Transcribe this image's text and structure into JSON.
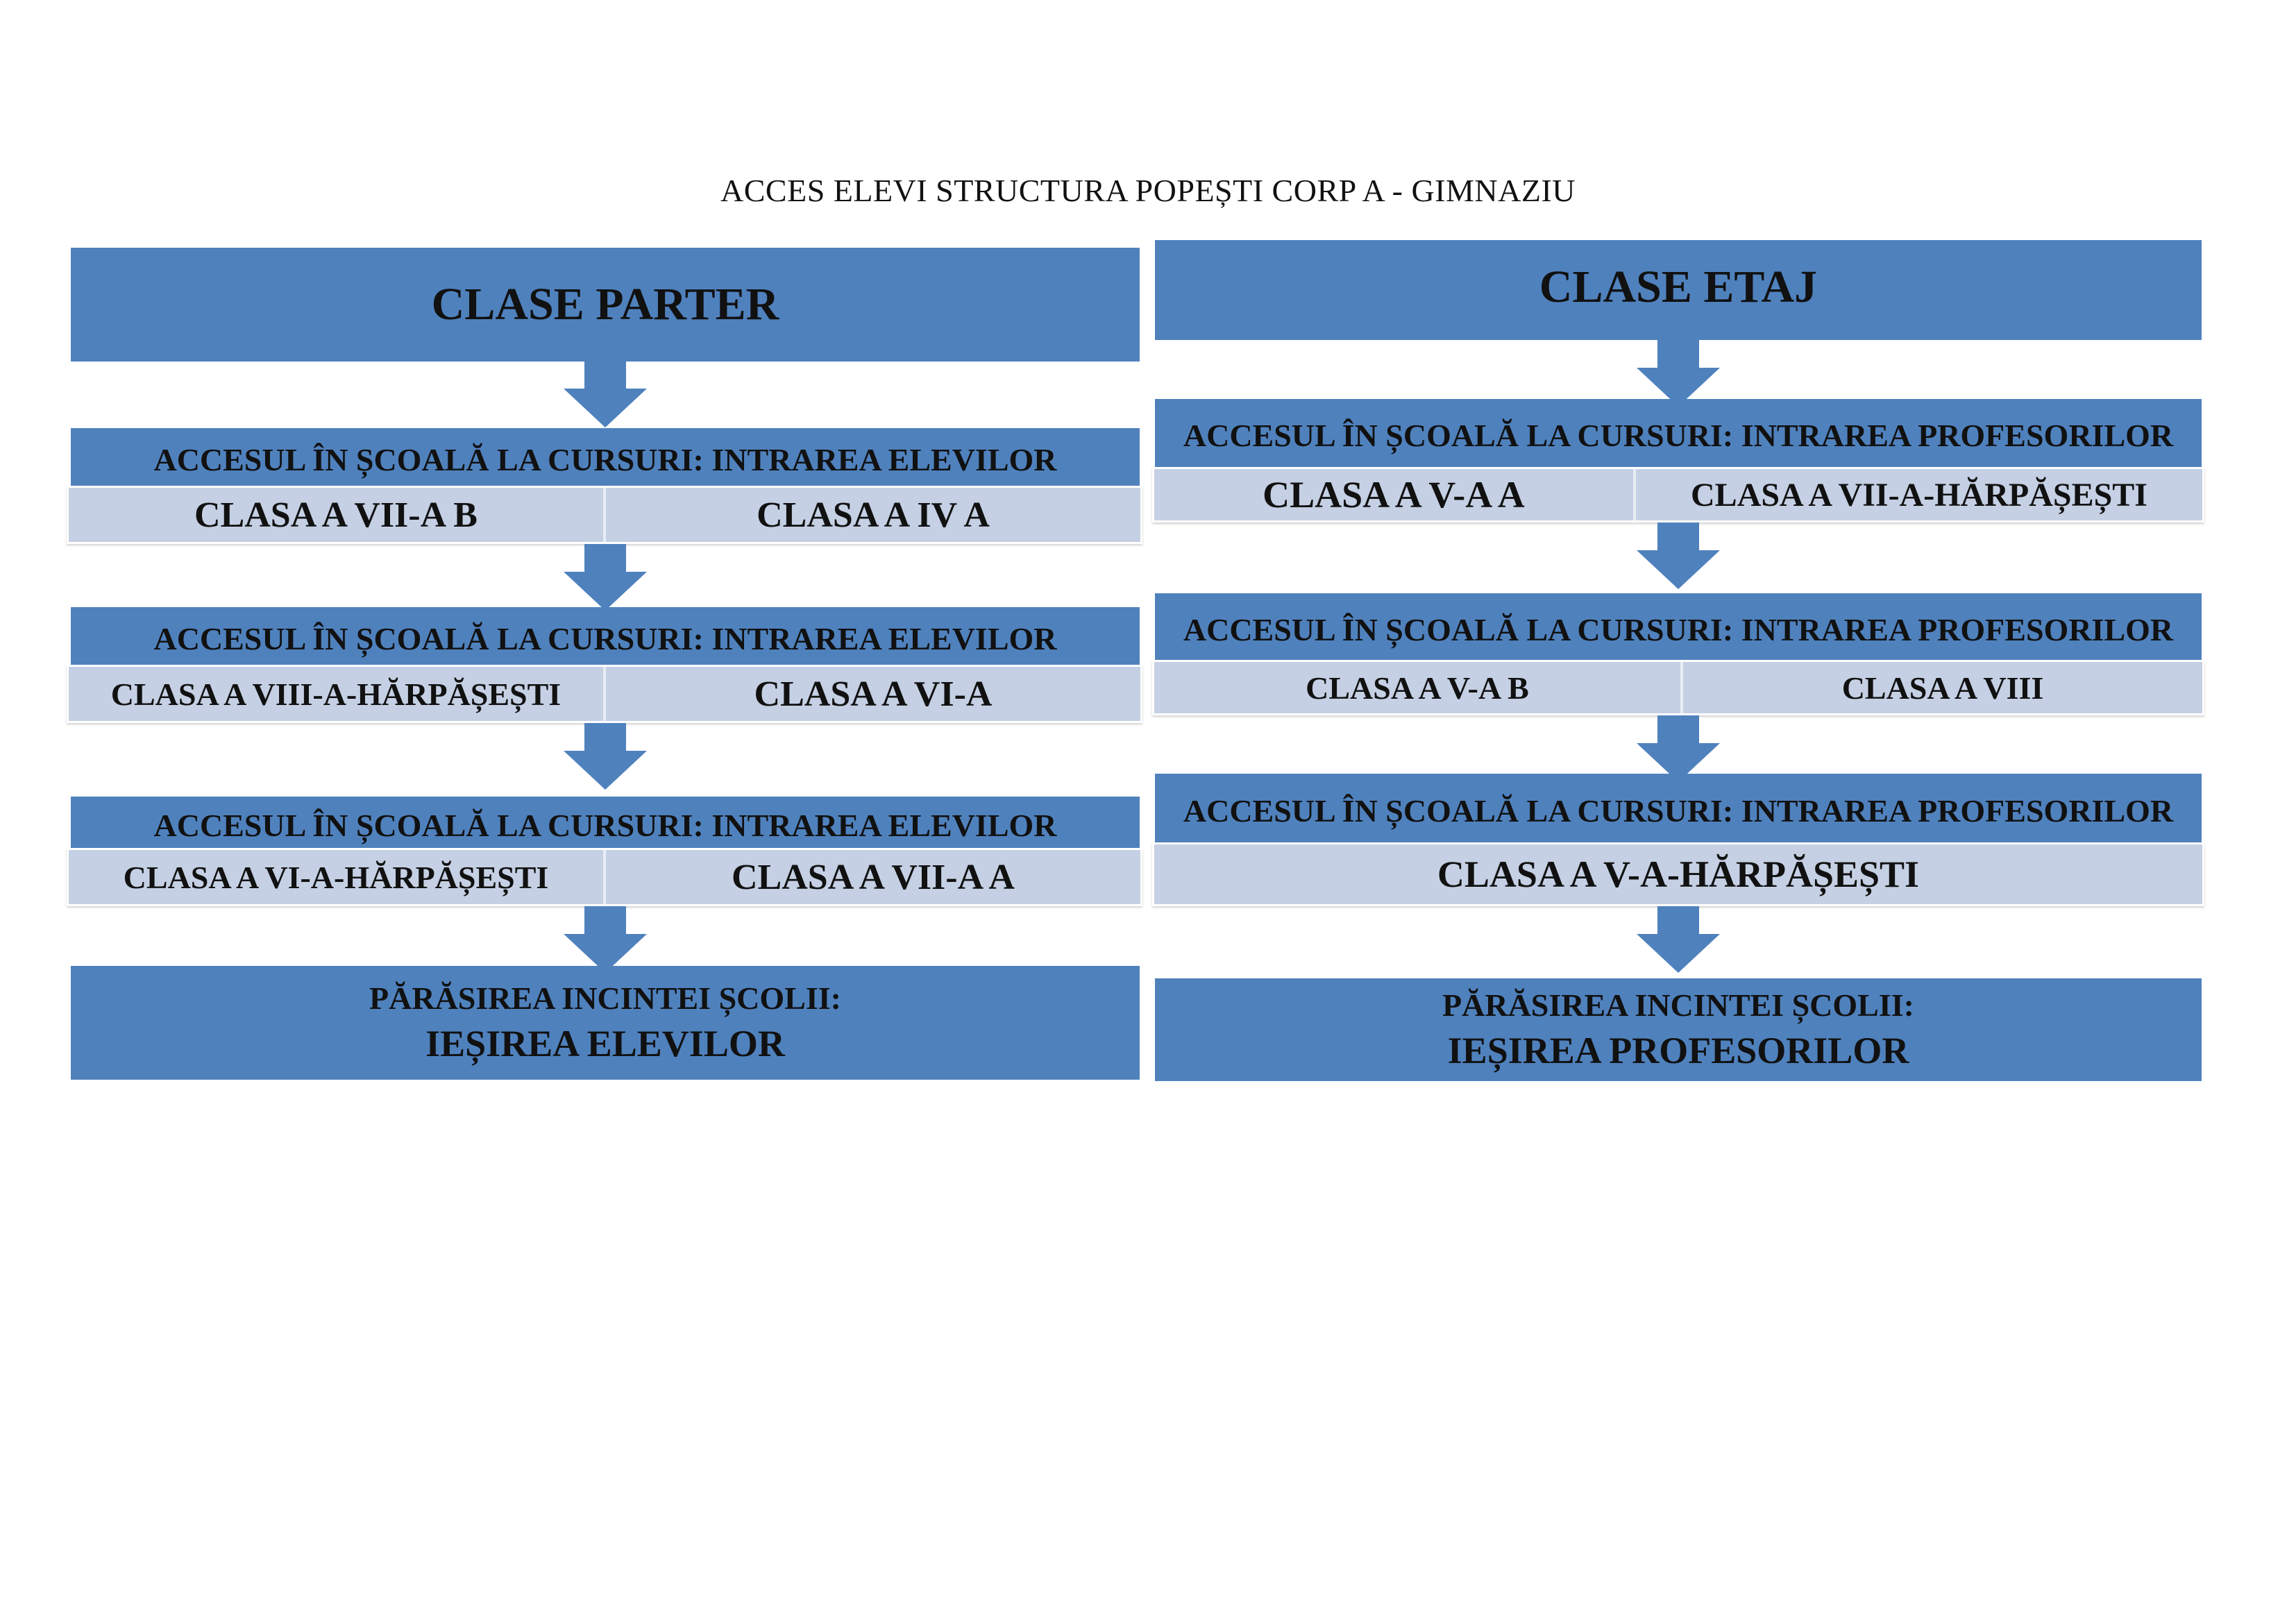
{
  "title": "ACCES ELEVI STRUCTURA POPEȘTI CORP A - GIMNAZIU",
  "colors": {
    "box_blue": "#4f81bd",
    "row_light": "#c5d0e4",
    "text": "#111111"
  },
  "left": {
    "header": "CLASE PARTER",
    "steps": [
      {
        "access": "ACCESUL ÎN ȘCOALĂ LA CURSURI: INTRAREA ELEVILOR",
        "classes": [
          "CLASA A VII-A B",
          "CLASA A IV A"
        ]
      },
      {
        "access": "ACCESUL ÎN ȘCOALĂ LA CURSURI: INTRAREA ELEVILOR",
        "classes": [
          "CLASA A VIII-A-HĂRPĂȘEȘTI",
          "CLASA A VI-A"
        ]
      },
      {
        "access": "ACCESUL ÎN ȘCOALĂ LA CURSURI:  INTRAREA ELEVILOR",
        "classes": [
          "CLASA A VI-A-HĂRPĂȘEȘTI",
          "CLASA A VII-A A"
        ]
      }
    ],
    "exit": {
      "line1": "PĂRĂSIREA INCINTEI ȘCOLII:",
      "line2": "IEȘIREA ELEVILOR"
    }
  },
  "right": {
    "header": "CLASE ETAJ",
    "steps": [
      {
        "access": "ACCESUL ÎN ȘCOALĂ LA CURSURI: INTRAREA PROFESORILOR",
        "classes": [
          "CLASA A V-A A",
          "CLASA A VII-A-HĂRPĂȘEȘTI"
        ]
      },
      {
        "access": "ACCESUL ÎN ȘCOALĂ LA CURSURI: INTRAREA PROFESORILOR",
        "classes": [
          "CLASA A V-A B",
          "CLASA A VIII"
        ]
      },
      {
        "access": "ACCESUL ÎN ȘCOALĂ LA CURSURI: INTRAREA PROFESORILOR",
        "classes": [
          "CLASA A V-A-HĂRPĂȘEȘTI"
        ]
      }
    ],
    "exit": {
      "line1": "PĂRĂSIREA INCINTEI ȘCOLII:",
      "line2": "IEȘIREA PROFESORILOR"
    }
  }
}
